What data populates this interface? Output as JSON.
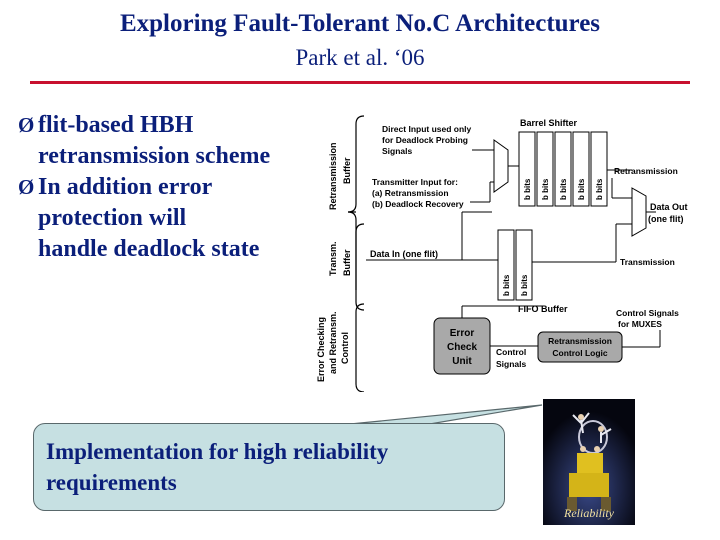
{
  "header": {
    "title": "Exploring Fault-Tolerant No.C Architectures",
    "subtitle": "Park et al. ‘06"
  },
  "bullets": [
    {
      "symbol": "Ø",
      "line1": "flit-based HBH",
      "line2": "retransmission scheme"
    },
    {
      "symbol": "Ø",
      "line1": "In addition error",
      "line2": "protection will",
      "line3": "handle deadlock state"
    }
  ],
  "diagram": {
    "retrans_buffer_label_1": "Retransmission",
    "retrans_buffer_label_2": "Buffer",
    "transm_buffer_label_1": "Transm.",
    "transm_buffer_label_2": "Buffer",
    "error_check_label_1": "Error Checking",
    "error_check_label_2": "and Retransm.",
    "error_check_label_3": "Control",
    "direct_input_1": "Direct Input used only",
    "direct_input_2": "for Deadlock Probing",
    "direct_input_3": "Signals",
    "transmitter_input_1": "Transmitter Input for:",
    "transmitter_input_2": "(a) Retransmission",
    "transmitter_input_3": "(b) Deadlock Recovery",
    "barrel_shifter": "Barrel Shifter",
    "bbits": "b bits",
    "retransmission": "Retransmission",
    "data_out_1": "Data Out",
    "data_out_2": "(one flit)",
    "data_in": "Data In (one flit)",
    "transmission": "Transmission",
    "fifo_buffer": "FIFO Buffer",
    "control_signals_muxes_1": "Control Signals",
    "control_signals_muxes_2": "for MUXES",
    "error_check_unit_1": "Error",
    "error_check_unit_2": "Check",
    "error_check_unit_3": "Unit",
    "control_signals_1": "Control",
    "control_signals_2": "Signals",
    "retrans_logic_1": "Retransmission",
    "retrans_logic_2": "Control Logic"
  },
  "callout": {
    "line1": "Implementation for high reliability",
    "line2": "requirements"
  },
  "photo": {
    "caption": "Reliability"
  },
  "colors": {
    "text_blue": "#0b1f7a",
    "rule_red": "#c8102e",
    "callout_bg": "#c6e0e2"
  }
}
